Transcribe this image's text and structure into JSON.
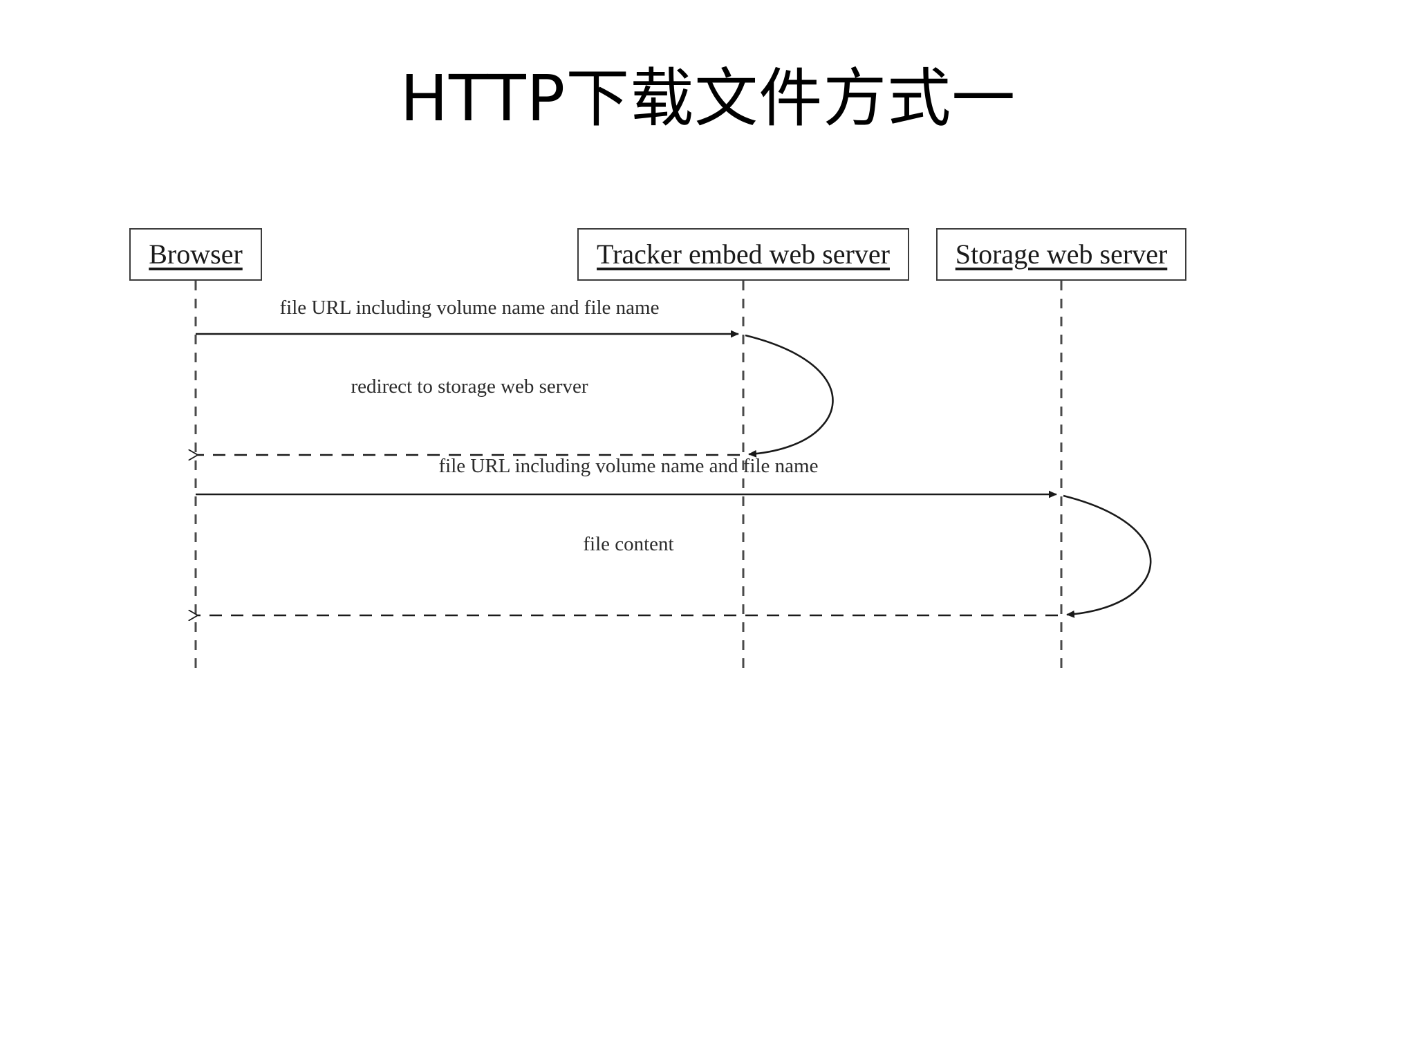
{
  "slide": {
    "title": "HTTP下载文件方式一",
    "background_color": "#ffffff",
    "ink_color": "#000000"
  },
  "diagram": {
    "type": "uml-sequence-diagram",
    "participants": [
      {
        "id": "browser",
        "label": "Browser"
      },
      {
        "id": "tracker",
        "label": "Tracker embed web server"
      },
      {
        "id": "storage",
        "label": "Storage web server"
      }
    ],
    "messages": [
      {
        "index": 1,
        "label": "file URL including volume name and file name",
        "from": "browser",
        "to": "tracker",
        "style": "solid",
        "arrowhead": "filled",
        "direction": "right"
      },
      {
        "index": 2,
        "label": "redirect to storage web server",
        "from": "tracker",
        "to": "browser",
        "style": "dashed",
        "arrowhead": "open",
        "direction": "left"
      },
      {
        "index": 3,
        "label": "file URL including volume name and file name",
        "from": "browser",
        "to": "storage",
        "style": "solid",
        "arrowhead": "filled",
        "direction": "right"
      },
      {
        "index": 4,
        "label": "file content",
        "from": "storage",
        "to": "browser",
        "style": "dashed",
        "arrowhead": "open",
        "direction": "left"
      }
    ],
    "self_loops": [
      {
        "on": "tracker",
        "between_messages": [
          1,
          2
        ]
      },
      {
        "on": "storage",
        "between_messages": [
          3,
          4
        ]
      }
    ]
  }
}
